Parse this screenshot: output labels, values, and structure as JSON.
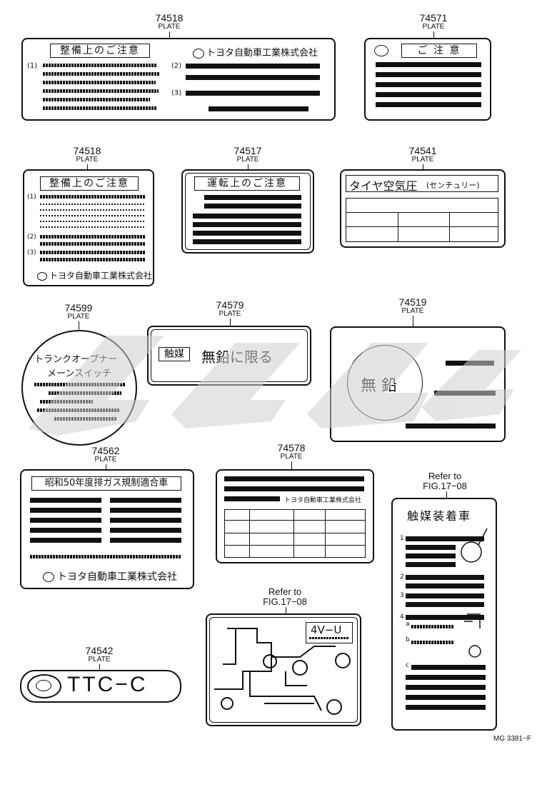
{
  "plate_word": "PLATE",
  "parts": {
    "p74518a": "74518",
    "p74571": "74571",
    "p74518b": "74518",
    "p74517": "74517",
    "p74541": "74541",
    "p74599": "74599",
    "p74579": "74579",
    "p74519": "74519",
    "p74562": "74562",
    "p74578": "74578",
    "p74542": "74542"
  },
  "refer": {
    "ref1_line1": "Refer to",
    "ref1_line2": "FIG.17−08",
    "ref2_line1": "Refer to",
    "ref2_line2": "FIG.17−08"
  },
  "plates": {
    "maint_caution_title": "整備上のご注意",
    "toyota_company": "トヨタ自動車工業株式会社",
    "caution_title": "ご 注 意",
    "drive_caution_title": "運転上のご注意",
    "tire_pressure_title": "タイヤ空気圧",
    "tire_pressure_model": "(センチュリー)",
    "trunk_opener_l1": "トランクオープナー",
    "trunk_opener_l2": "メーンスイッチ",
    "catalyst_box": "触媒",
    "unleaded_only": "無鉛に限る",
    "unleaded": "無 鉛",
    "emission_title": "昭和50年度排ガス規制適合車",
    "catalyst_equipped": "触媒装着車",
    "ttc": "TTC−C",
    "vacuum_model": "4V−U",
    "num1": "(1)",
    "num2": "(2)",
    "num3": "(3)",
    "n1": "1",
    "n2": "2",
    "n3": "3",
    "n4": "4",
    "na": "a",
    "nb": "b",
    "nc": "c"
  },
  "footer_code": "MG 3381−F"
}
